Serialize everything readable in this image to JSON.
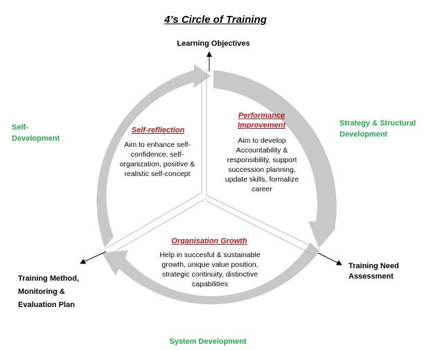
{
  "title": "4’s Circle of Training",
  "outer": {
    "top": "Learning Objectives",
    "right": "Training Need Assessment",
    "left": "Training Method, Monitoring & Evaluation Plan"
  },
  "green": {
    "left": "Self-Development",
    "right": "Strategy & Structural Development",
    "bottom": "System Development"
  },
  "sections": {
    "self": {
      "title": "Self-refliection",
      "body": "Aim to enhance self-confidence, self-organization, positive & realistic self-concept"
    },
    "performance": {
      "title": "Performance Improvement",
      "body": "Aim to develop Accountability & responsibility, support succession planning, update skills, formalize career"
    },
    "org": {
      "title": "Organisation Growth",
      "body": "Help in succesful & sustainable growth, unique value position, strategic continuity, distinctive capabilities"
    }
  },
  "colors": {
    "arrow": "#c8c8c8",
    "green": "#22a84a",
    "red": "#b01c1c"
  }
}
